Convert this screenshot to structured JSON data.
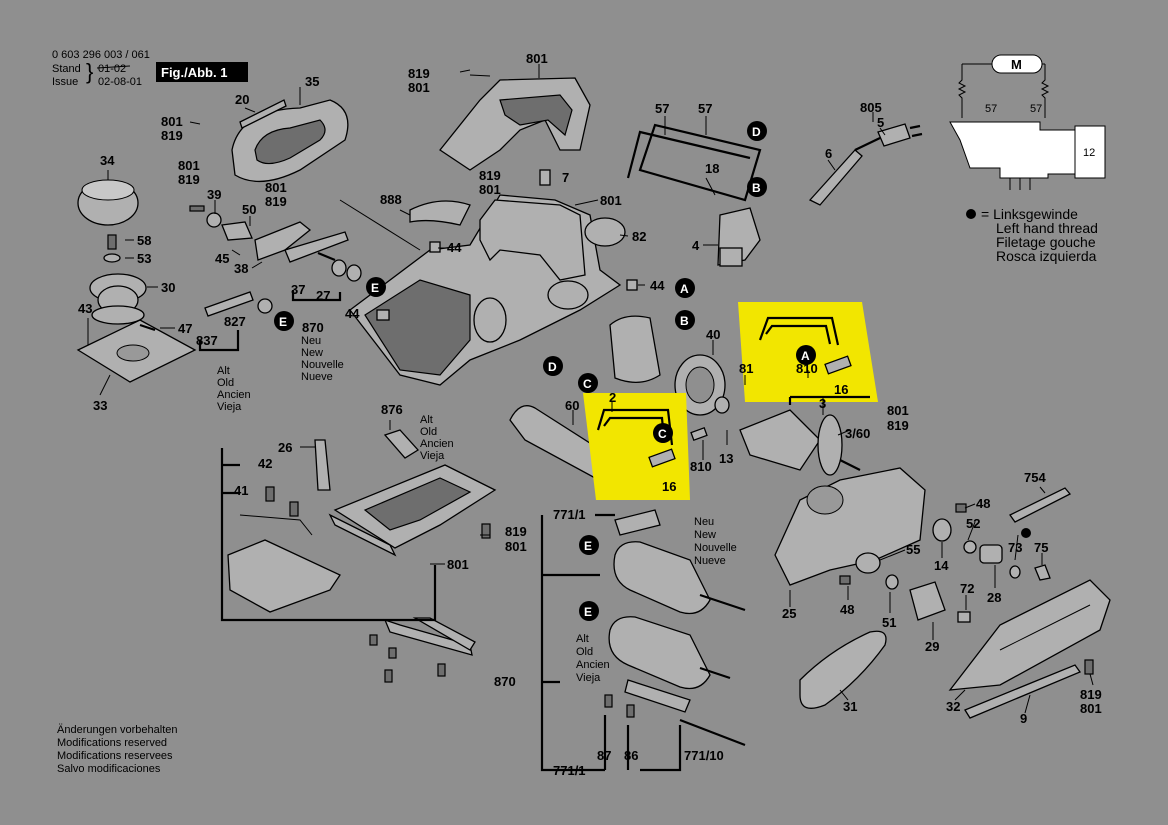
{
  "header": {
    "doc_number": "0 603 296 003 / 061",
    "stand_label": "Stand",
    "issue_label": "Issue",
    "old_date": "01-02",
    "date": "02-08-01",
    "fig_label": "Fig./Abb. 1"
  },
  "legend": {
    "lines": [
      "= Linksgewinde",
      "Left hand thread",
      "Filetage gouche",
      "Rosca izquierda"
    ]
  },
  "footer": {
    "lines": [
      "Änderungen vorbehalten",
      "Modifications reserved",
      "Modifications reservees",
      "Salvo modificaciones"
    ]
  },
  "notes": {
    "new": [
      "Neu",
      "New",
      "Nouvelle",
      "Nueve"
    ],
    "old": [
      "Alt",
      "Old",
      "Ancien",
      "Vieja"
    ]
  },
  "letters": {
    "A": "A",
    "B": "B",
    "C": "C",
    "D": "D",
    "E": "E"
  },
  "schematic": {
    "motor": "M",
    "r1": "57",
    "r2": "57",
    "box": "12"
  },
  "parts": {
    "p801": "801",
    "p819": "819",
    "p20": "20",
    "p35": "35",
    "p34": "34",
    "p39": "39",
    "p50": "50",
    "p58": "58",
    "p53": "53",
    "p45": "45",
    "p38": "38",
    "p30": "30",
    "p43": "43",
    "p47": "47",
    "p837": "837",
    "p827": "827",
    "p33": "33",
    "p37": "37",
    "p27": "27",
    "p870": "870",
    "p44": "44",
    "p888": "888",
    "p7": "7",
    "p82": "82",
    "p57": "57",
    "p18": "18",
    "p4": "4",
    "p805": "805",
    "p5": "5",
    "p6": "6",
    "p876": "876",
    "p26": "26",
    "p42": "42",
    "p41": "41",
    "p40": "40",
    "p81": "81",
    "p810": "810",
    "p3": "3",
    "p3_60": "3/60",
    "p2": "2",
    "p60": "60",
    "p13": "13",
    "p16": "16",
    "p754": "754",
    "p48": "48",
    "p52": "52",
    "p73": "73",
    "p75": "75",
    "p55": "55",
    "p14": "14",
    "p72": "72",
    "p28": "28",
    "p25": "25",
    "p51": "51",
    "p29": "29",
    "p31": "31",
    "p32": "32",
    "p9": "9",
    "p771_1": "771/1",
    "p771_10": "771/10",
    "p87": "87",
    "p86": "86"
  }
}
